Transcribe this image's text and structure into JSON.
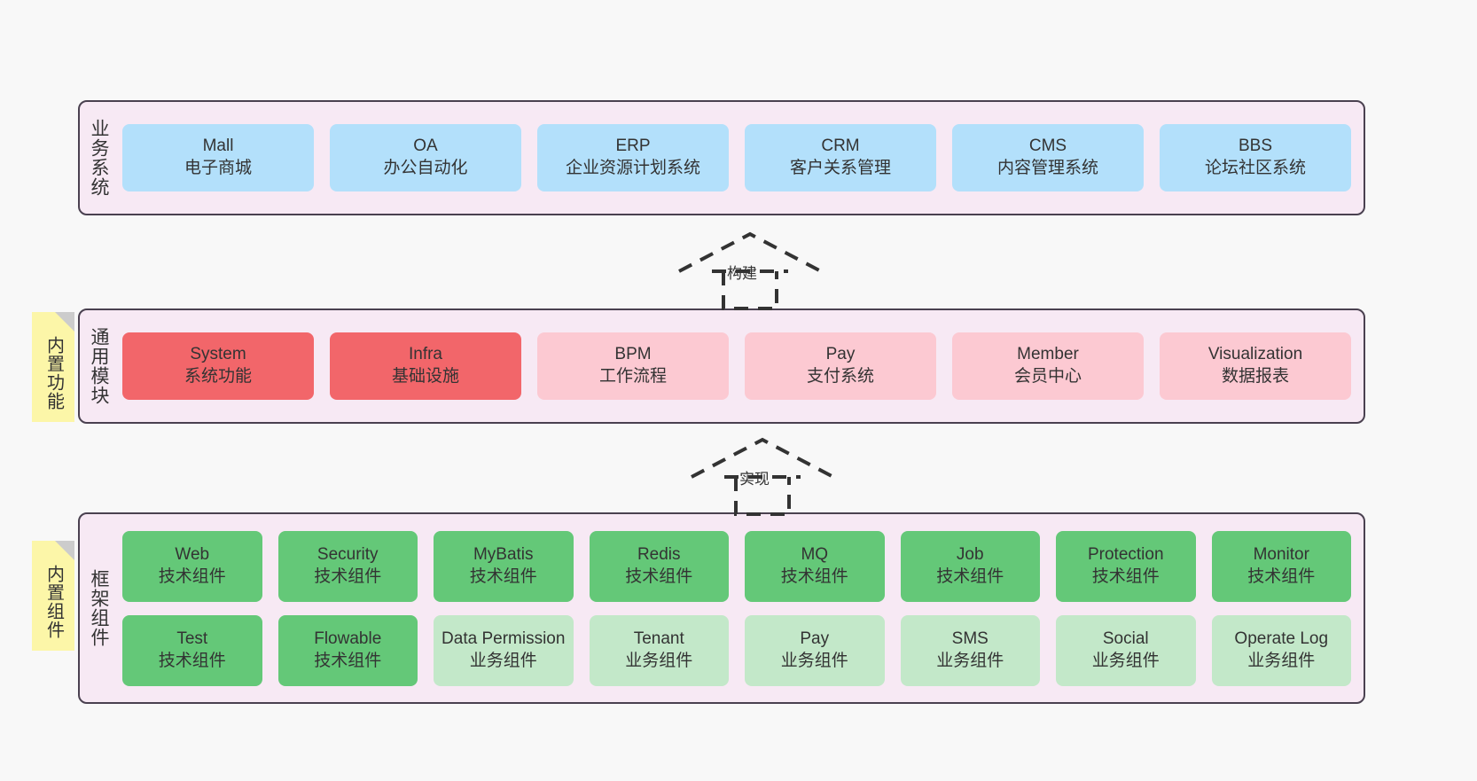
{
  "canvas": {
    "background": "#f8f8f8",
    "panel_bg": "#f7e9f4",
    "panel_border": "#4a4150",
    "note_bg": "#fcf6a8",
    "note_fold": "#cccccc"
  },
  "notes": [
    {
      "text": "内置功能"
    },
    {
      "text": "内置组件"
    }
  ],
  "arrows": [
    {
      "label": "构建",
      "style": "dashed-generalization"
    },
    {
      "label": "实现",
      "style": "dashed-generalization"
    }
  ],
  "layers": [
    {
      "id": "business",
      "title": "业务系统",
      "rows": [
        {
          "cards": [
            {
              "en": "Mall",
              "cn": "电子商城",
              "color": "#b3e0fb",
              "tone": "blue"
            },
            {
              "en": "OA",
              "cn": "办公自动化",
              "color": "#b3e0fb",
              "tone": "blue"
            },
            {
              "en": "ERP",
              "cn": "企业资源计划系统",
              "color": "#b3e0fb",
              "tone": "blue"
            },
            {
              "en": "CRM",
              "cn": "客户关系管理",
              "color": "#b3e0fb",
              "tone": "blue"
            },
            {
              "en": "CMS",
              "cn": "内容管理系统",
              "color": "#b3e0fb",
              "tone": "blue"
            },
            {
              "en": "BBS",
              "cn": "论坛社区系统",
              "color": "#b3e0fb",
              "tone": "blue"
            }
          ]
        }
      ]
    },
    {
      "id": "common",
      "title": "通用模块",
      "rows": [
        {
          "cards": [
            {
              "en": "System",
              "cn": "系统功能",
              "color": "#f2666a",
              "tone": "red"
            },
            {
              "en": "Infra",
              "cn": "基础设施",
              "color": "#f2666a",
              "tone": "red"
            },
            {
              "en": "BPM",
              "cn": "工作流程",
              "color": "#fcc9d2",
              "tone": "pink"
            },
            {
              "en": "Pay",
              "cn": "支付系统",
              "color": "#fcc9d2",
              "tone": "pink"
            },
            {
              "en": "Member",
              "cn": "会员中心",
              "color": "#fcc9d2",
              "tone": "pink"
            },
            {
              "en": "Visualization",
              "cn": "数据报表",
              "color": "#fcc9d2",
              "tone": "pink"
            }
          ]
        }
      ]
    },
    {
      "id": "framework",
      "title": "框架组件",
      "rows": [
        {
          "cards": [
            {
              "en": "Web",
              "cn": "技术组件",
              "color": "#64c878",
              "tone": "green"
            },
            {
              "en": "Security",
              "cn": "技术组件",
              "color": "#64c878",
              "tone": "green"
            },
            {
              "en": "MyBatis",
              "cn": "技术组件",
              "color": "#64c878",
              "tone": "green"
            },
            {
              "en": "Redis",
              "cn": "技术组件",
              "color": "#64c878",
              "tone": "green"
            },
            {
              "en": "MQ",
              "cn": "技术组件",
              "color": "#64c878",
              "tone": "green"
            },
            {
              "en": "Job",
              "cn": "技术组件",
              "color": "#64c878",
              "tone": "green"
            },
            {
              "en": "Protection",
              "cn": "技术组件",
              "color": "#64c878",
              "tone": "green"
            },
            {
              "en": "Monitor",
              "cn": "技术组件",
              "color": "#64c878",
              "tone": "green"
            }
          ]
        },
        {
          "cards": [
            {
              "en": "Test",
              "cn": "技术组件",
              "color": "#64c878",
              "tone": "green"
            },
            {
              "en": "Flowable",
              "cn": "技术组件",
              "color": "#64c878",
              "tone": "green"
            },
            {
              "en": "Data Permission",
              "cn": "业务组件",
              "color": "#c3e8c9",
              "tone": "green-light",
              "wrap": true
            },
            {
              "en": "Tenant",
              "cn": "业务组件",
              "color": "#c3e8c9",
              "tone": "green-light"
            },
            {
              "en": "Pay",
              "cn": "业务组件",
              "color": "#c3e8c9",
              "tone": "green-light"
            },
            {
              "en": "SMS",
              "cn": "业务组件",
              "color": "#c3e8c9",
              "tone": "green-light"
            },
            {
              "en": "Social",
              "cn": "业务组件",
              "color": "#c3e8c9",
              "tone": "green-light"
            },
            {
              "en": "Operate Log",
              "cn": "业务组件",
              "color": "#c3e8c9",
              "tone": "green-light"
            }
          ]
        }
      ]
    }
  ]
}
